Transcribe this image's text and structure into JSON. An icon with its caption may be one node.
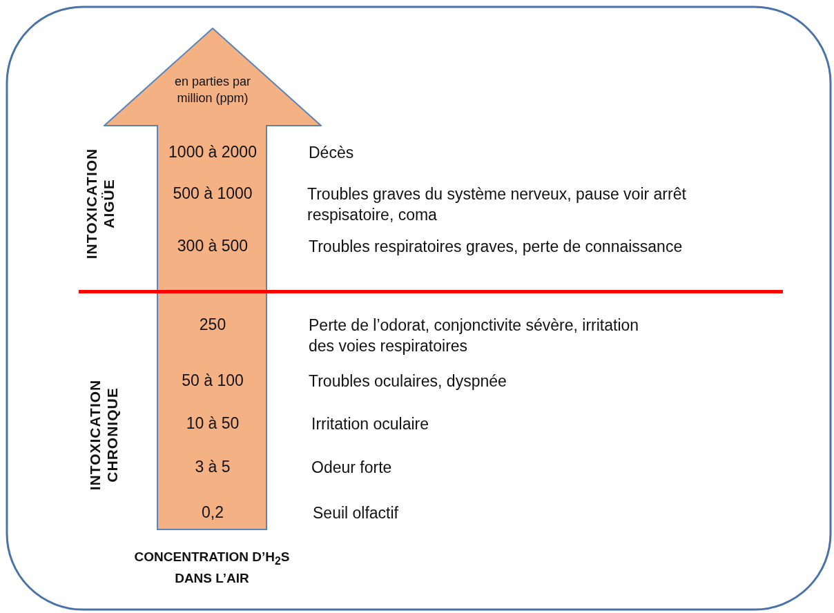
{
  "diagram": {
    "nodes": [
      {
        "text": [
          "en parties par million (ppm)",
          "1000 à 2000",
          "500 à 1000",
          "300 à 500",
          "250",
          "50 à 100",
          "10 à 50",
          "3 à 5",
          "0,2"
        ]
      }
    ],
    "edges": [],
    "labels": [
      "INTOXICATION AIGÜE",
      "Décès",
      "Troubles graves du système nerveux, pause voir arrêt respisatoire, coma",
      "Troubles respiratoires graves, perte de connaissance",
      "INTOXICATION CHRONIQUE",
      "Perte de l’odorat, conjonctivite sévère, irritation des voies respiratoires",
      "Troubles oculaires, dyspnée",
      "Irritation oculaire",
      "Odeur forte",
      "Seuil olfactif",
      "CONCENTRATION D’H$_{2}$S DANS L’AIR"
    ]
  }
}
